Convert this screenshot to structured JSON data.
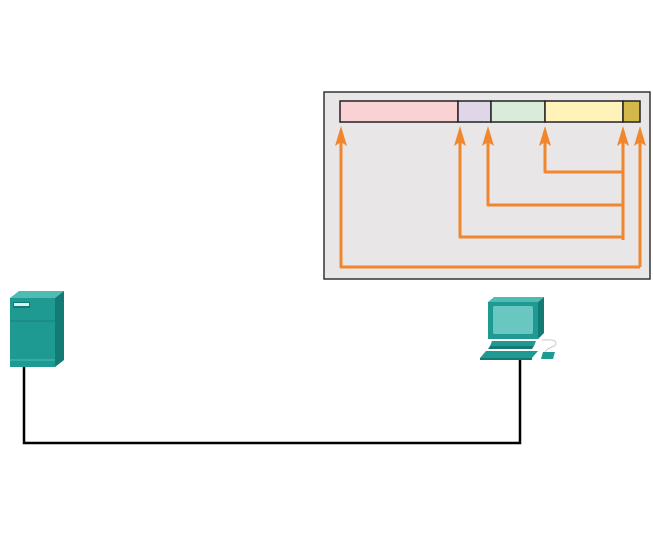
{
  "diagram": {
    "type": "network-frame-diagram",
    "devices": [
      {
        "id": "server",
        "kind": "server",
        "icon": "server-icon"
      },
      {
        "id": "pc",
        "kind": "workstation",
        "icon": "pc-icon"
      }
    ],
    "link": {
      "from": "server",
      "to": "pc",
      "color": "#000000"
    },
    "frame": {
      "panel_background": "#e8e6e6",
      "panel_border": "#333333",
      "segments": [
        {
          "id": "segment-1",
          "color": "#fad2d4"
        },
        {
          "id": "segment-2",
          "color": "#dfd6e8"
        },
        {
          "id": "segment-3",
          "color": "#d9ecdc"
        },
        {
          "id": "segment-4",
          "color": "#fff3ba"
        },
        {
          "id": "segment-5",
          "color": "#d4b84a"
        }
      ],
      "arrow_color": "#f0862e"
    },
    "device_color": "#1f9a93"
  }
}
